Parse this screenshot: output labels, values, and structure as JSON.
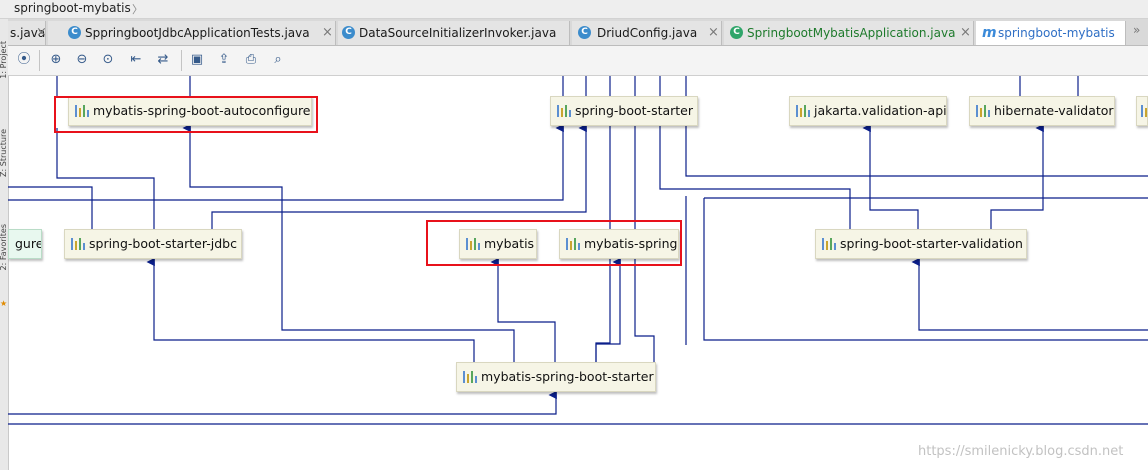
{
  "breadcrumb": {
    "label": "springboot-mybatis"
  },
  "sidebar": {
    "labels": [
      "1: Project",
      "Z: Structure",
      "2: Favorites"
    ]
  },
  "tabs": [
    {
      "label": "s.java",
      "icon": "",
      "closable": true,
      "active": false
    },
    {
      "label": "SppringbootJdbcApplicationTests.java",
      "icon": "C",
      "closable": true,
      "active": false
    },
    {
      "label": "DataSourceInitializerInvoker.java",
      "icon": "C",
      "closable": false,
      "active": false
    },
    {
      "label": "DriudConfig.java",
      "icon": "C",
      "closable": true,
      "active": false
    },
    {
      "label": "SpringbootMybatisApplication.java",
      "icon": "C",
      "closable": true,
      "active": false
    },
    {
      "label": "springboot-mybatis",
      "icon": "m",
      "closable": false,
      "active": true
    }
  ],
  "toolbar": {
    "icons": [
      "show-dependency-icon",
      "zoom-in-icon",
      "zoom-out-icon",
      "actual-size-icon",
      "fit-content-icon",
      "apply-layout-icon",
      "save-icon",
      "export-icon",
      "print-icon",
      "preview-icon"
    ]
  },
  "diagram": {
    "nodes": {
      "autoconfigure": "mybatis-spring-boot-autoconfigure",
      "starter": "spring-boot-starter",
      "jakarta": "jakarta.validation-api",
      "hibernate": "hibernate-validator",
      "gure": "gure",
      "jdbc": "spring-boot-starter-jdbc",
      "mybatis": "mybatis",
      "mybatis_spring": "mybatis-spring",
      "validation": "spring-boot-starter-validation",
      "mybatis_starter": "mybatis-spring-boot-starter"
    },
    "highlight_color": "#e8111b",
    "edge_color": "#0b1f8a"
  },
  "watermark": "https://smilenicky.blog.csdn.net"
}
